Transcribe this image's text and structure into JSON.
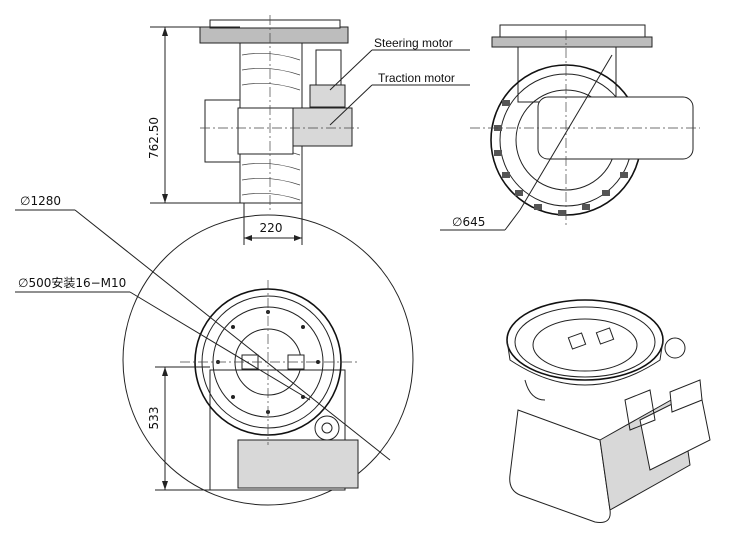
{
  "labels": {
    "steering_motor": "Steering motor",
    "traction_motor": "Traction motor",
    "height_dim": "762.50",
    "width_dim": "220",
    "dia_outer": "∅1280",
    "dia_wheel": "∅645",
    "dia_bolt": "∅500安装16−M10",
    "dim_533": "533"
  },
  "views": [
    "front-view",
    "side-view",
    "top-view",
    "isometric-view"
  ]
}
